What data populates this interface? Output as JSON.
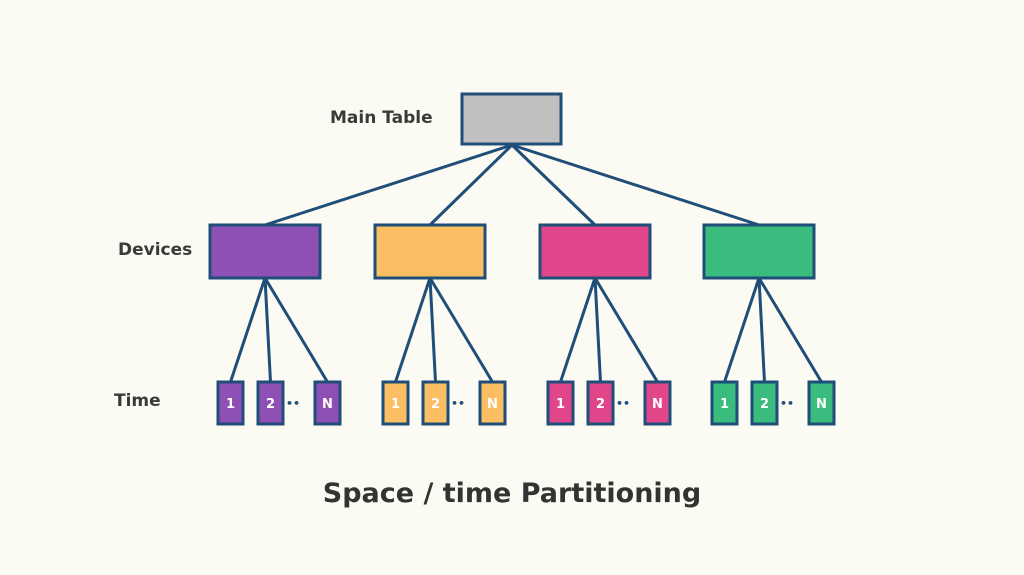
{
  "labels": {
    "main_table": "Main Table",
    "devices": "Devices",
    "time": "Time"
  },
  "caption": "Space / time Partitioning",
  "colors": {
    "background": "#fcfbf3",
    "stroke": "#1f4e79",
    "main_table": "#c0c0c0"
  },
  "devices": [
    {
      "color": "#8e50b4",
      "time_labels": [
        "1",
        "2",
        "N"
      ]
    },
    {
      "color": "#fbbe62",
      "time_labels": [
        "1",
        "2",
        "N"
      ]
    },
    {
      "color": "#e1468a",
      "time_labels": [
        "1",
        "2",
        "N"
      ]
    },
    {
      "color": "#39bc7d",
      "time_labels": [
        "1",
        "2",
        "N"
      ]
    }
  ],
  "ellipsis": "••"
}
